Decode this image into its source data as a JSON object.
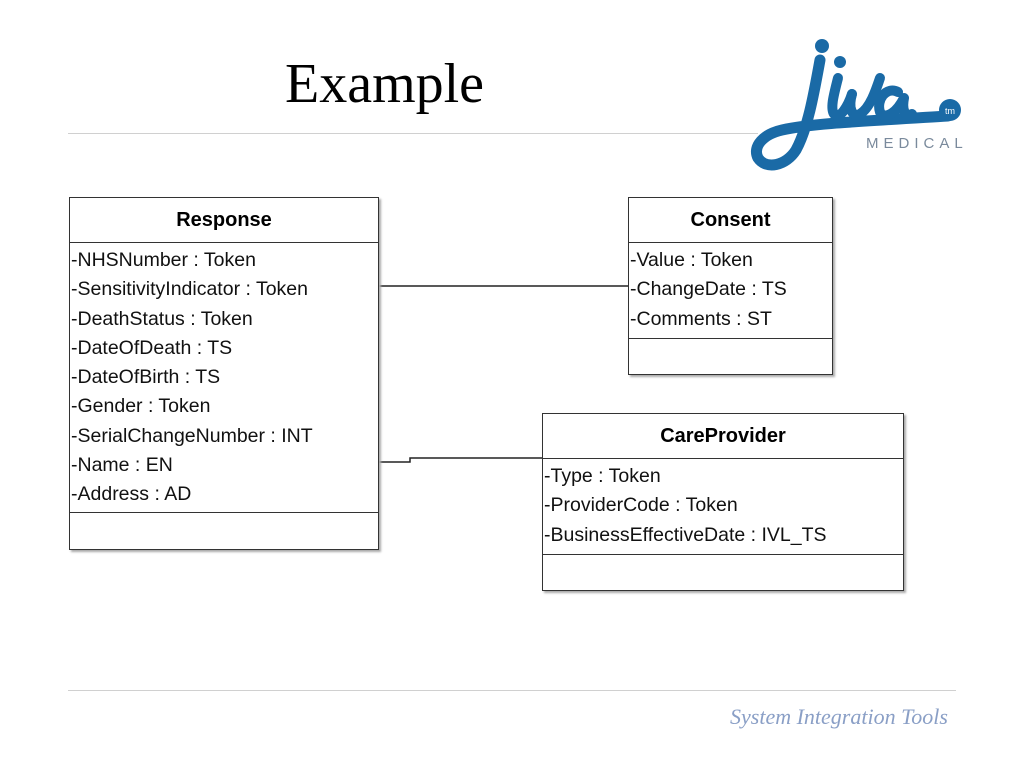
{
  "slide": {
    "title": "Example",
    "footer": "System Integration Tools"
  },
  "logo": {
    "word": "jiva",
    "sub": "MEDICAL",
    "tm": "tm",
    "color": "#1a6aa6"
  },
  "diagram": {
    "classes": [
      {
        "name": "Response",
        "attributes": [
          "-NHSNumber : Token",
          "-SensitivityIndicator : Token",
          "-DeathStatus : Token",
          "-DateOfDeath : TS",
          "-DateOfBirth : TS",
          "-Gender : Token",
          "-SerialChangeNumber : INT",
          "-Name : EN",
          "-Address : AD"
        ]
      },
      {
        "name": "Consent",
        "attributes": [
          "-Value : Token",
          "-ChangeDate : TS",
          "-Comments : ST"
        ]
      },
      {
        "name": "CareProvider",
        "attributes": [
          "-Type : Token",
          "-ProviderCode : Token",
          "-BusinessEffectiveDate : IVL_TS"
        ]
      }
    ],
    "associations": [
      {
        "from": "Response",
        "to": "Consent"
      },
      {
        "from": "Response",
        "to": "CareProvider"
      }
    ]
  }
}
